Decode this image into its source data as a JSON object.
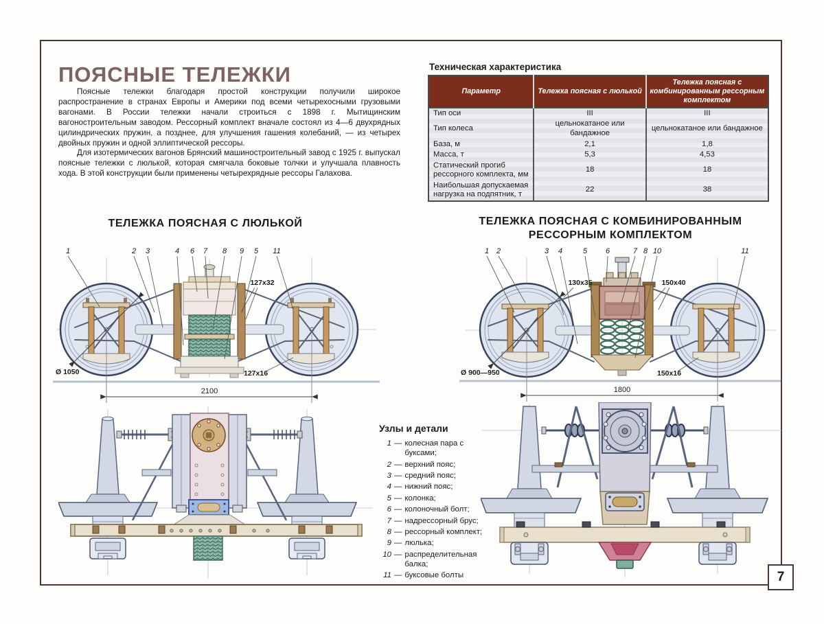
{
  "page": {
    "number": "7"
  },
  "header": {
    "title": "ПОЯСНЫЕ ТЕЛЕЖКИ"
  },
  "intro": {
    "p1": "Поясные тележки благодаря простой конструкции получили широкое распространение в странах Европы и Америки под всеми четырехосными грузовыми вагонами. В России тележки начали строиться с 1898 г. Мытищинским вагоностроительным заводом. Рессорный комплект вначале состоял из 4—6 двухрядных цилиндрических пружин, а позднее, для улучшения гашения колебаний, — из четырех двойных пружин и одной эллиптической рессоры.",
    "p2": "Для изотермических вагонов Брянский машиностроительный завод с 1925 г. выпускал поясные тележки с люлькой, которая смягчала боковые толчки и улучшала плавность хода. В этой конструкции были применены четырехрядные рессоры Галахова."
  },
  "spec_table": {
    "title": "Техническая характеристика",
    "columns": [
      "Параметр",
      "Тележка поясная с люлькой",
      "Тележка поясная с комбинированным рессорным комплектом"
    ],
    "rows": [
      {
        "param": "Тип оси",
        "v1": "III",
        "v2": "III"
      },
      {
        "param": "Тип колеса",
        "v1": "цельнокатаное или бандажное",
        "v2": "цельнокатаное или бандажное"
      },
      {
        "param": "База, м",
        "v1": "2,1",
        "v2": "1,8"
      },
      {
        "param": "Масса, т",
        "v1": "5,3",
        "v2": "4,53"
      },
      {
        "param": "Статический прогиб рессорного комплекта, мм",
        "v1": "18",
        "v2": "18"
      },
      {
        "param": "Наибольшая допускаемая нагрузка на подпятник, т",
        "v1": "22",
        "v2": "38"
      }
    ]
  },
  "diagrams": {
    "left": {
      "title": "ТЕЛЕЖКА ПОЯСНАЯ С ЛЮЛЬКОЙ",
      "callouts": [
        "1",
        "2",
        "3",
        "4",
        "6",
        "7",
        "8",
        "9",
        "5",
        "11"
      ],
      "dim_top": "127x32",
      "dim_wheel": "Ø 1050",
      "dim_bottom": "127x16",
      "dim_base": "2100"
    },
    "right": {
      "title_line1": "ТЕЛЕЖКА ПОЯСНАЯ С КОМБИНИРОВАННЫМ",
      "title_line2": "РЕССОРНЫМ КОМПЛЕКТОМ",
      "callouts": [
        "1",
        "2",
        "3",
        "4",
        "5",
        "6",
        "7",
        "8",
        "10",
        "11"
      ],
      "dim_top_left": "130x35",
      "dim_top_right": "150x40",
      "dim_wheel": "Ø 900—950",
      "dim_bottom": "150x16",
      "dim_base": "1800"
    }
  },
  "parts": {
    "title": "Узлы и детали",
    "dash": "—",
    "items": [
      {
        "num": "1",
        "name": "колесная пара с буксами;"
      },
      {
        "num": "2",
        "name": "верхний пояс;"
      },
      {
        "num": "3",
        "name": "средний пояс;"
      },
      {
        "num": "4",
        "name": "нижний пояс;"
      },
      {
        "num": "5",
        "name": "колонка;"
      },
      {
        "num": "6",
        "name": "колоночный болт;"
      },
      {
        "num": "7",
        "name": "надрессорный брус;"
      },
      {
        "num": "8",
        "name": "рессорный комплект;"
      },
      {
        "num": "9",
        "name": "люлька;"
      },
      {
        "num": "10",
        "name": "распределительная балка;"
      },
      {
        "num": "11",
        "name": "буксовые болты"
      }
    ]
  },
  "colors": {
    "table_header": "#7c2d1b",
    "page_border": "#4c3636",
    "title_text": "#7d6366",
    "spring_green": "#679a87",
    "wheel_fill": "#dde4ee",
    "beam_tan": "#d9c9a8"
  }
}
